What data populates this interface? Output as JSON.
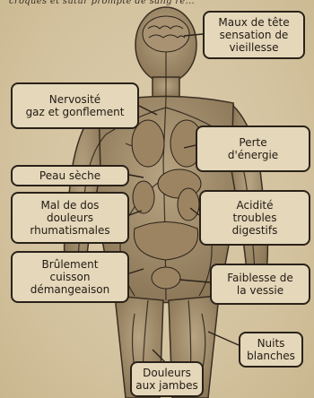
{
  "header": {
    "text": "croqués et sutur prompte de sang re..."
  },
  "labels": {
    "maux_de_tete": "Maux de tête\nsensation de\nvieillesse",
    "nervosite": "Nervosité\ngaz et gonflement",
    "perte_energie": "Perte\nd'énergie",
    "peau_seche": "Peau sèche",
    "mal_de_dos": "Mal de dos\ndouleurs\nrhumatismales",
    "acidite": "Acidité\ntroubles\ndigestifs",
    "brulement": "Brûlement\ncuisson\ndémangeaison",
    "faiblesse_vessie": "Faiblesse de\nla vessie",
    "nuits_blanches": "Nuits\nblanches",
    "douleurs_jambes": "Douleurs\naux jambes"
  },
  "colors": {
    "paper": "#d6c6a3",
    "ink": "#2a2219",
    "body_shade": "#6b5a44"
  }
}
